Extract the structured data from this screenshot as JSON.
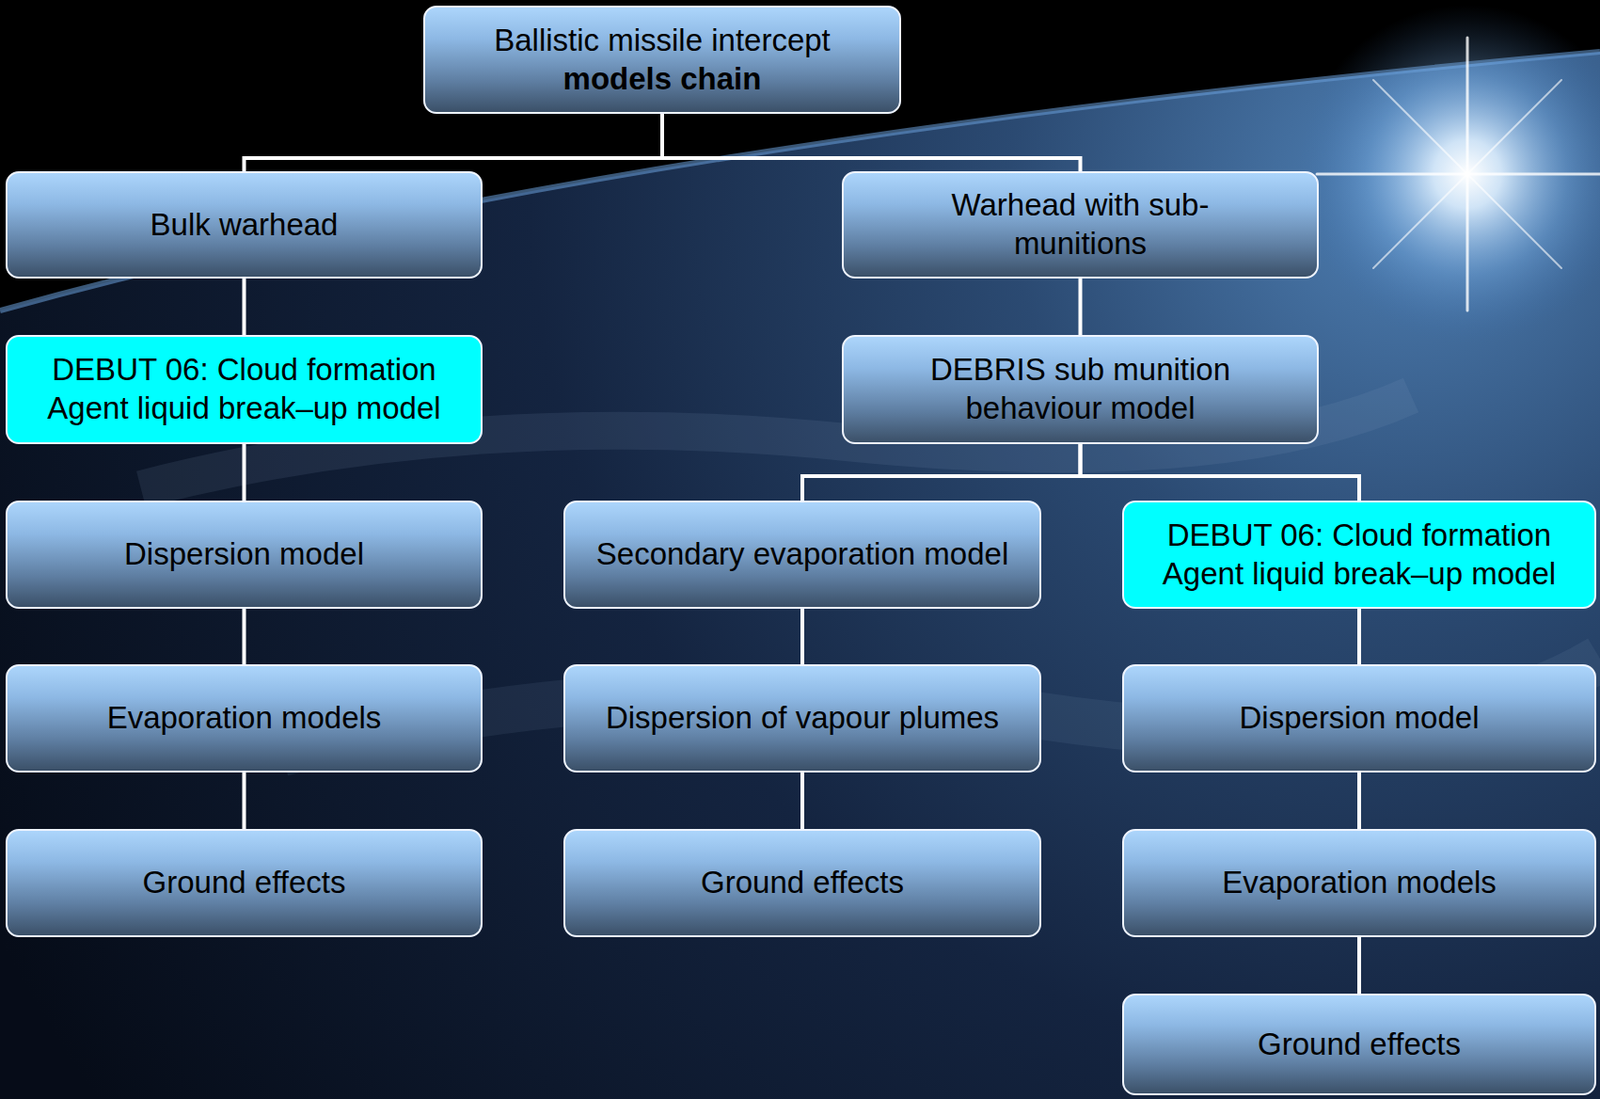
{
  "diagram": {
    "nodes": [
      {
        "text": [
          "Ballistic missile intercept",
          "models chain"
        ]
      },
      {
        "text": [
          "Bulk warhead"
        ]
      },
      {
        "text": [
          "Warhead with sub-munitions"
        ]
      },
      {
        "text": [
          "DEBUT 06: Cloud formation Agent liquid break–up model"
        ]
      },
      {
        "text": [
          "DEBRIS sub munition behaviour model"
        ]
      },
      {
        "text": [
          "Dispersion model"
        ]
      },
      {
        "text": [
          "Secondary evaporation model"
        ]
      },
      {
        "text": [
          "DEBUT 06: Cloud formation Agent liquid break–up model"
        ]
      },
      {
        "text": [
          "Evaporation models"
        ]
      },
      {
        "text": [
          "Dispersion of vapour plumes"
        ]
      },
      {
        "text": [
          "Dispersion model"
        ]
      },
      {
        "text": [
          "Ground effects"
        ]
      },
      {
        "text": [
          "Ground effects"
        ]
      },
      {
        "text": [
          "Evaporation models"
        ]
      },
      {
        "text": [
          "Ground effects"
        ]
      }
    ],
    "edges": [
      {
        "from": 0,
        "to": 1,
        "arrow": "none"
      },
      {
        "from": 0,
        "to": 2,
        "arrow": "none"
      },
      {
        "from": 1,
        "to": 3,
        "arrow": "none"
      },
      {
        "from": 2,
        "to": 4,
        "arrow": "none"
      },
      {
        "from": 3,
        "to": 5,
        "arrow": "none"
      },
      {
        "from": 4,
        "to": 6,
        "arrow": "none"
      },
      {
        "from": 4,
        "to": 7,
        "arrow": "none"
      },
      {
        "from": 5,
        "to": 8,
        "arrow": "none"
      },
      {
        "from": 6,
        "to": 9,
        "arrow": "none"
      },
      {
        "from": 7,
        "to": 10,
        "arrow": "none"
      },
      {
        "from": 8,
        "to": 11,
        "arrow": "none"
      },
      {
        "from": 9,
        "to": 12,
        "arrow": "none"
      },
      {
        "from": 10,
        "to": 13,
        "arrow": "none"
      },
      {
        "from": 13,
        "to": 14,
        "arrow": "none"
      }
    ]
  }
}
